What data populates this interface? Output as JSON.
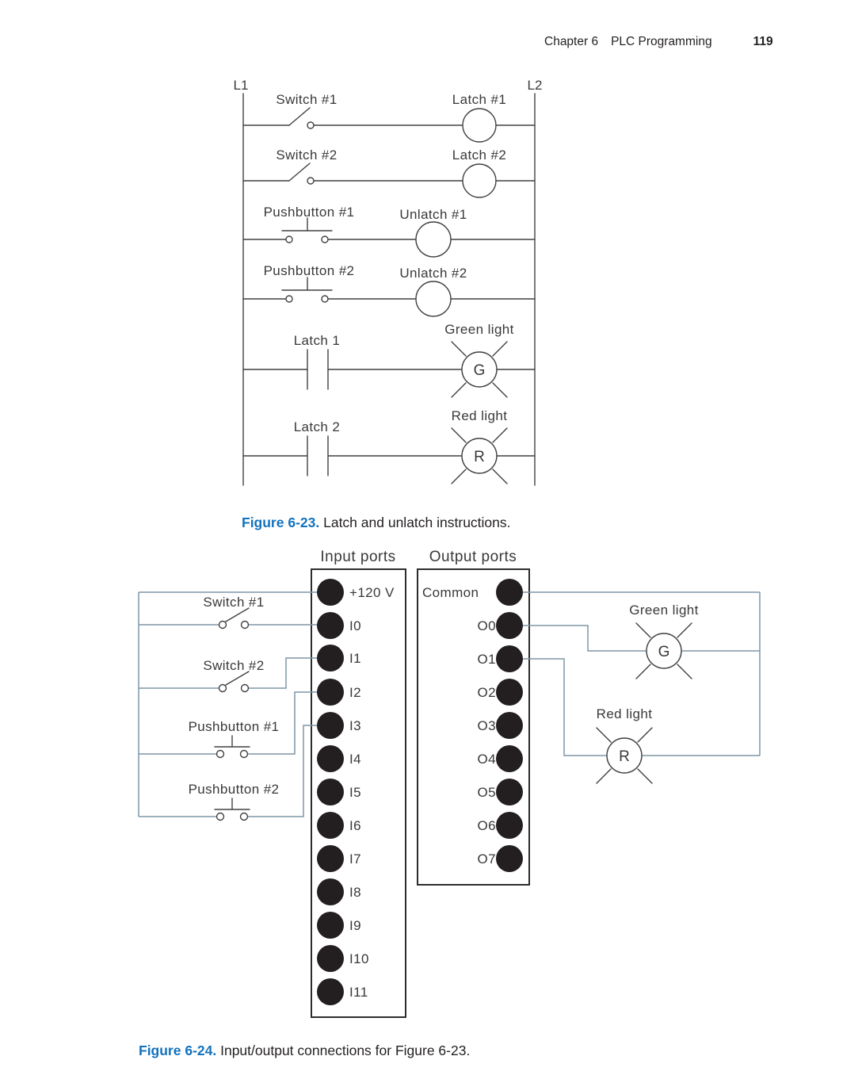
{
  "header": {
    "chapter": "Chapter 6",
    "section": "PLC Programming",
    "page_number": "119"
  },
  "colors": {
    "caption_accent": "#1272bd",
    "wire": "#7f96a6",
    "diagram_ink": "#414143",
    "port_fill": "#231f20"
  },
  "figure_23": {
    "left_rail": "L1",
    "right_rail": "L2",
    "rungs": [
      {
        "device": "Switch #1",
        "output": "Latch #1"
      },
      {
        "device": "Switch #2",
        "output": "Latch #2"
      },
      {
        "device": "Pushbutton #1",
        "output": "Unlatch #1"
      },
      {
        "device": "Pushbutton #2",
        "output": "Unlatch #2"
      },
      {
        "device": "Latch 1",
        "output": "Green light",
        "lamp_letter": "G"
      },
      {
        "device": "Latch 2",
        "output": "Red light",
        "lamp_letter": "R"
      }
    ],
    "caption_label": "Figure 6-23.",
    "caption_text": "Latch and unlatch instructions."
  },
  "figure_24": {
    "input_panel": {
      "title": "Input ports",
      "ports": [
        "+120 V",
        "I0",
        "I1",
        "I2",
        "I3",
        "I4",
        "I5",
        "I6",
        "I7",
        "I8",
        "I9",
        "I10",
        "I11"
      ]
    },
    "output_panel": {
      "title": "Output ports",
      "ports": [
        "Common",
        "O0",
        "O1",
        "O2",
        "O3",
        "O4",
        "O5",
        "O6",
        "O7"
      ]
    },
    "devices": {
      "switch1": "Switch #1",
      "switch2": "Switch #2",
      "pushbutton1": "Pushbutton #1",
      "pushbutton2": "Pushbutton #2",
      "green_light": "Green light",
      "green_letter": "G",
      "red_light": "Red light",
      "red_letter": "R"
    },
    "caption_label": "Figure 6-24.",
    "caption_text": "Input/output connections for Figure 6-23."
  }
}
